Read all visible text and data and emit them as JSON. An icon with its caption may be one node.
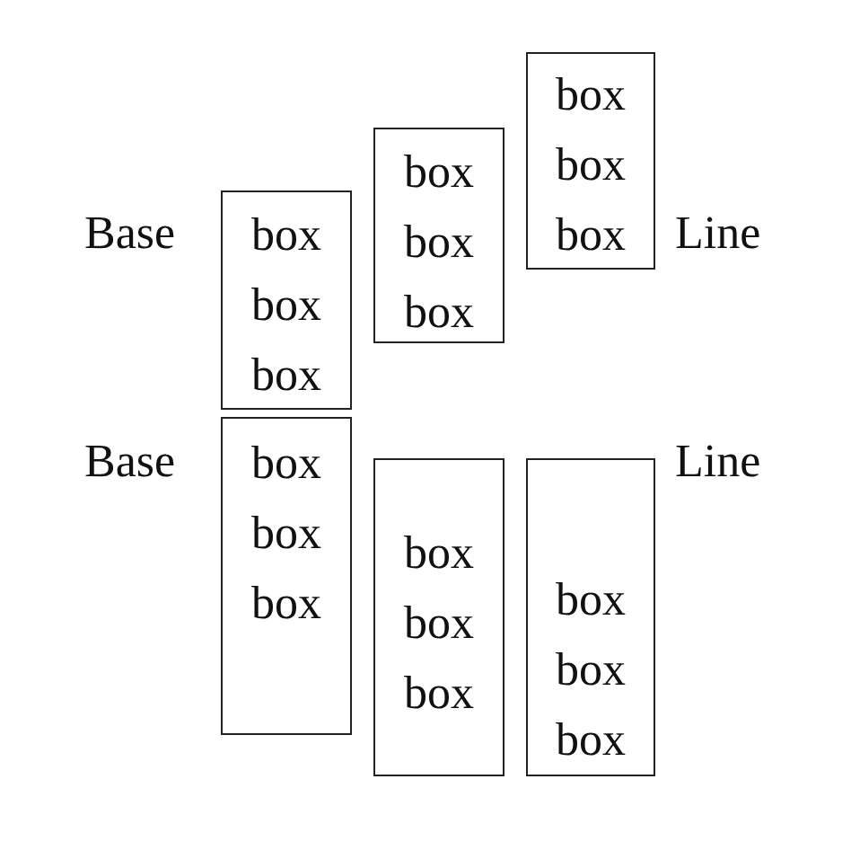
{
  "diagram": {
    "nodes": [
      {
        "text": [
          "box box box"
        ]
      },
      {
        "text": [
          "box box box"
        ]
      },
      {
        "text": [
          "box box box"
        ]
      },
      {
        "text": [
          "box box box"
        ]
      },
      {
        "text": [
          "box box box"
        ]
      },
      {
        "text": [
          "box box box"
        ]
      }
    ],
    "labels": [
      "Base",
      "Line",
      "Base",
      "Line"
    ]
  }
}
